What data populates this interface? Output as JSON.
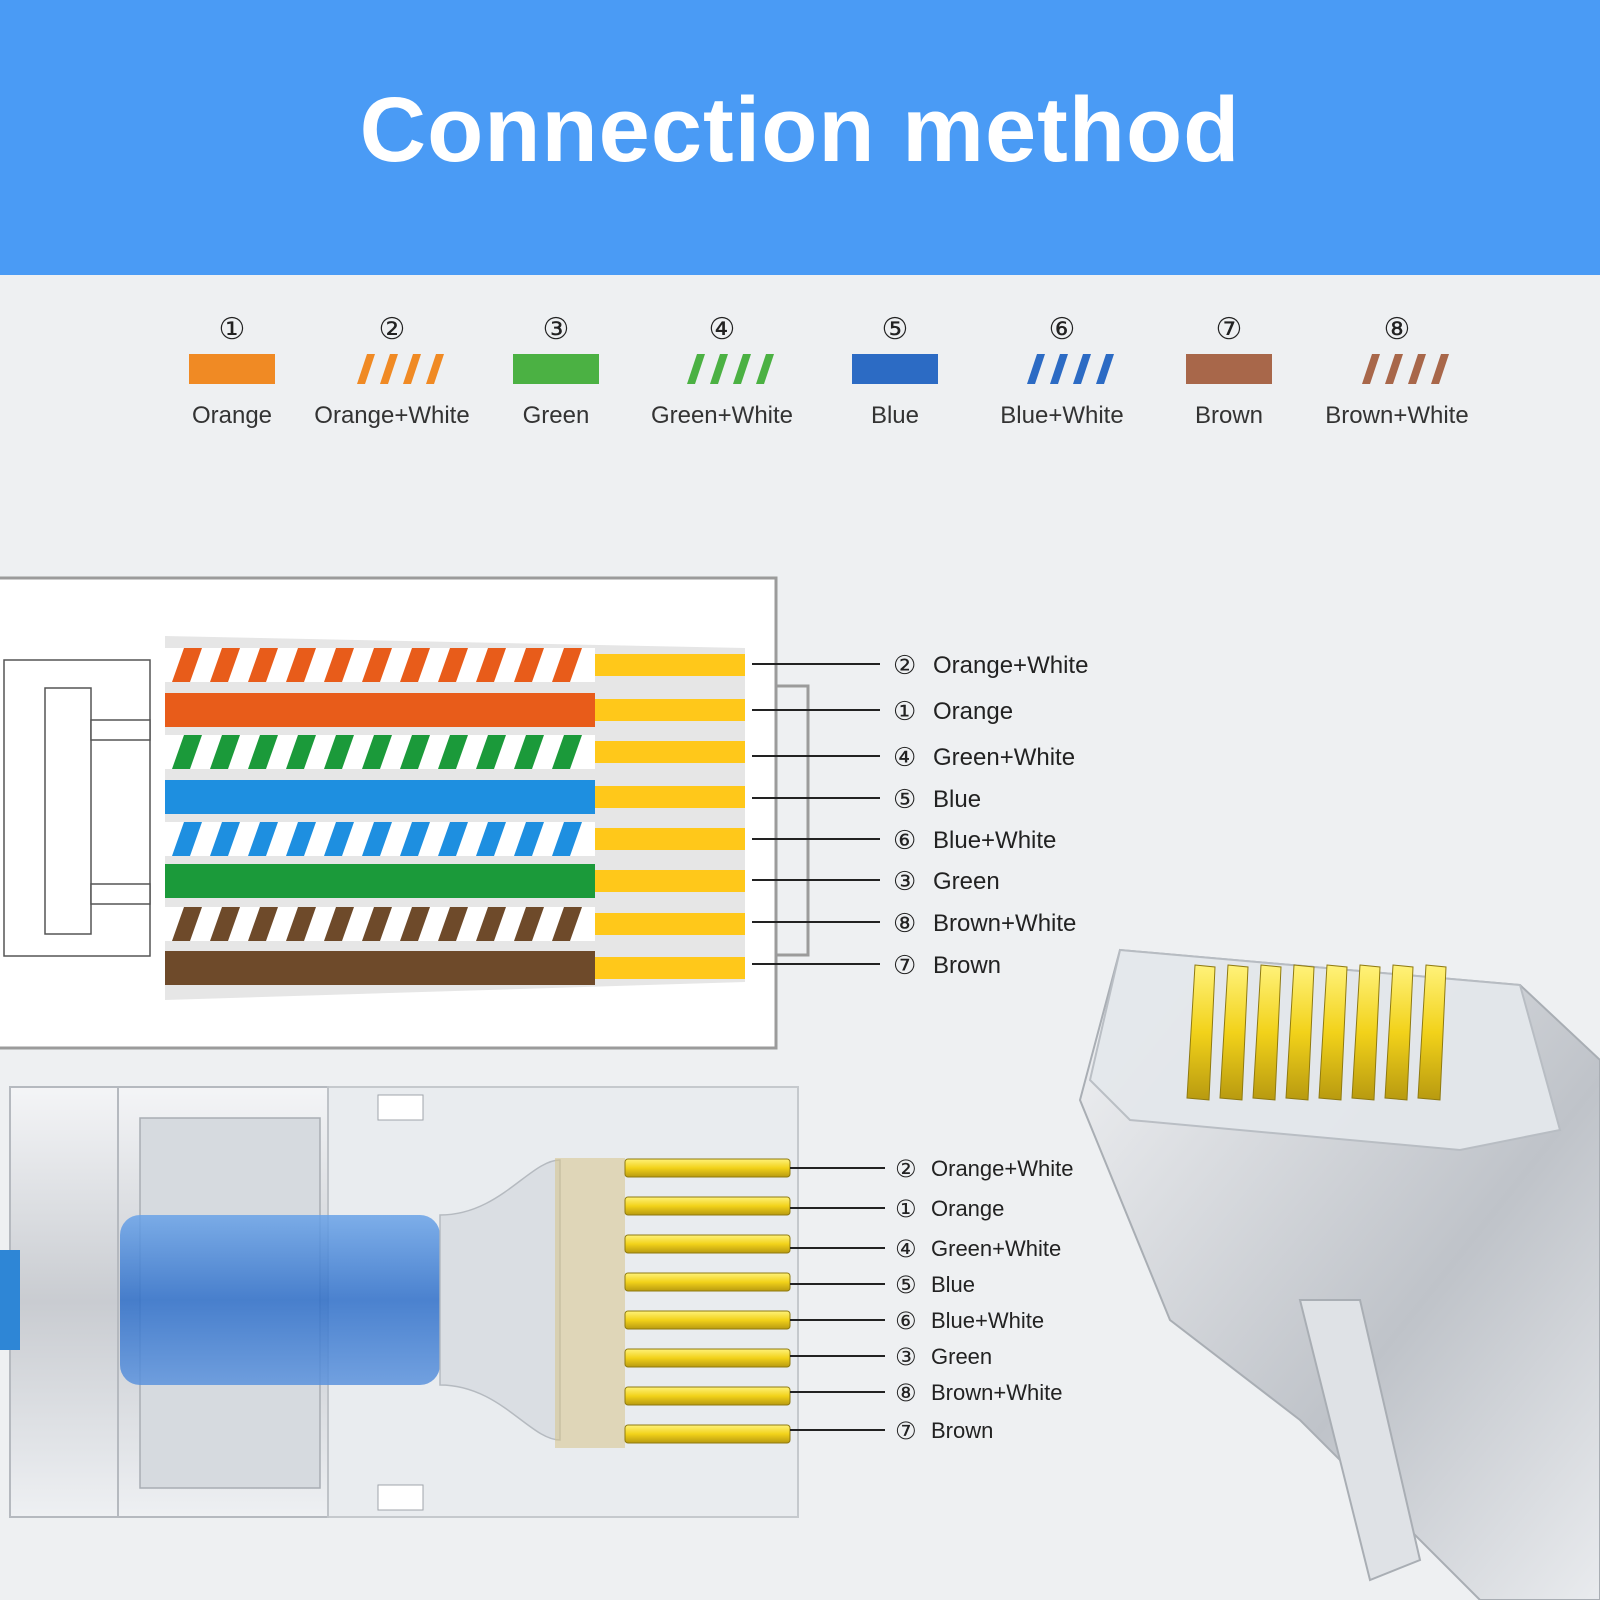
{
  "header": {
    "title": "Connection method"
  },
  "legend": [
    {
      "num": "①",
      "label": "Orange",
      "color": "#f08a24",
      "striped": false
    },
    {
      "num": "②",
      "label": "Orange+White",
      "color": "#f08a24",
      "striped": true
    },
    {
      "num": "③",
      "label": "Green",
      "color": "#4bb143",
      "striped": false
    },
    {
      "num": "④",
      "label": "Green+White",
      "color": "#4bb143",
      "striped": true
    },
    {
      "num": "⑤",
      "label": "Blue",
      "color": "#2c6bc4",
      "striped": false
    },
    {
      "num": "⑥",
      "label": "Blue+White",
      "color": "#2c6bc4",
      "striped": true
    },
    {
      "num": "⑦",
      "label": "Brown",
      "color": "#a8674a",
      "striped": false
    },
    {
      "num": "⑧",
      "label": "Brown+White",
      "color": "#a8674a",
      "striped": true
    }
  ],
  "wiring_top": [
    {
      "num": "②",
      "label": "Orange+White",
      "color": "#e85c1a",
      "striped": true
    },
    {
      "num": "①",
      "label": "Orange",
      "color": "#e85c1a",
      "striped": false
    },
    {
      "num": "④",
      "label": "Green+White",
      "color": "#1b9a3a",
      "striped": true
    },
    {
      "num": "⑤",
      "label": "Blue",
      "color": "#1e8fe0",
      "striped": false
    },
    {
      "num": "⑥",
      "label": "Blue+White",
      "color": "#1e8fe0",
      "striped": true
    },
    {
      "num": "③",
      "label": "Green",
      "color": "#1b9a3a",
      "striped": false
    },
    {
      "num": "⑧",
      "label": "Brown+White",
      "color": "#6e4a2a",
      "striped": true
    },
    {
      "num": "⑦",
      "label": "Brown",
      "color": "#6e4a2a",
      "striped": false
    }
  ],
  "wiring_bottom": [
    {
      "num": "②",
      "label": "Orange+White"
    },
    {
      "num": "①",
      "label": "Orange"
    },
    {
      "num": "④",
      "label": "Green+White"
    },
    {
      "num": "⑤",
      "label": "Blue"
    },
    {
      "num": "⑥",
      "label": "Blue+White"
    },
    {
      "num": "③",
      "label": "Green"
    },
    {
      "num": "⑧",
      "label": "Brown+White"
    },
    {
      "num": "⑦",
      "label": "Brown"
    }
  ],
  "colors": {
    "header_bg": "#4a9bf5",
    "page_bg": "#eef0f2",
    "pin_gold": "#ffc81a"
  }
}
